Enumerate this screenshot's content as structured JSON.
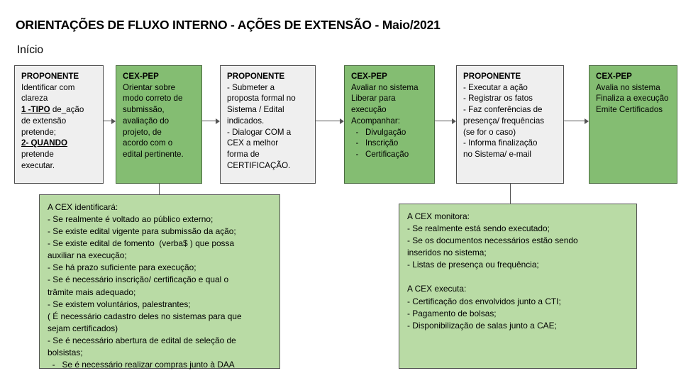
{
  "title": "ORIENTAÇÕES DE FLUXO INTERNO - AÇÕES DE EXTENSÃO - Maio/2021",
  "start_label": "Início",
  "colors": {
    "process_green": "#84bd72",
    "process_gray": "#efefef",
    "note_green": "#b9dba5",
    "border": "#555555",
    "text": "#000000"
  },
  "nodes": [
    {
      "id": "proponente-1",
      "header": "PROPONENTE",
      "lines": [
        "Identificar com",
        "clareza",
        "@u@1 -TIPO@/u@ de_ação",
        "de extensão",
        "pretende;",
        "@u@2- QUANDO@/u@",
        "pretende",
        "executar."
      ],
      "fill": "gray"
    },
    {
      "id": "cexpep-1",
      "header": "CEX-PEP",
      "lines": [
        "Orientar sobre",
        "modo correto de",
        "submissão,",
        "avaliação do",
        "projeto, de",
        "acordo com o",
        "edital pertinente."
      ],
      "fill": "green"
    },
    {
      "id": "proponente-2",
      "header": "PROPONENTE",
      "lines": [
        "- Submeter a",
        "proposta formal no",
        "Sistema / Edital",
        "indicados.",
        "- Dialogar COM a",
        "CEX a melhor",
        "forma de",
        "CERTIFICAÇÃO."
      ],
      "fill": "gray"
    },
    {
      "id": "cexpep-2",
      "header": "CEX-PEP",
      "lines": [
        "Avaliar no sistema",
        "Liberar para",
        "execução",
        "Acompanhar:",
        "  -   Divulgação",
        "  -   Inscrição",
        "  -   Certificação"
      ],
      "fill": "green"
    },
    {
      "id": "proponente-3",
      "header": "PROPONENTE",
      "lines": [
        "- Executar a ação",
        "- Registrar os fatos",
        "- Faz conferências de",
        "presença/ frequências",
        "(se for o caso)",
        "- Informa finalização",
        "no Sistema/ e-mail"
      ],
      "fill": "gray"
    },
    {
      "id": "cexpep-3",
      "header": "CEX-PEP",
      "lines": [
        "Avalia no sistema",
        "Finaliza a execução",
        "Emite Certificados"
      ],
      "fill": "green"
    }
  ],
  "notes": [
    {
      "id": "note-cex-identificara",
      "lines": [
        "A CEX identificará:",
        "- Se realmente é voltado ao público externo;",
        "- Se existe edital vigente para submissão da ação;",
        "- Se existe edital de fomento  (verba$ ) que possa",
        "auxiliar na execução;",
        "- Se há prazo suficiente para execução;",
        "- Se é necessário inscrição/ certificação e qual o",
        "trâmite mais adequado;",
        "- Se existem voluntários, palestrantes;",
        "( É necessário cadastro deles no sistemas para que",
        "sejam certificados)",
        "- Se é necessário abertura de edital de seleção de",
        "bolsistas;",
        "  -   Se é necessário realizar compras junto à DAA"
      ]
    },
    {
      "id": "note-cex-monitora",
      "lines": [
        "A CEX monitora:",
        "- Se realmente está sendo executado;",
        "- Se os documentos necessários estão sendo",
        "inseridos no sistema;",
        "- Listas de presença ou frequência;",
        "",
        "A CEX executa:",
        "- Certificação dos envolvidos junto a CTI;",
        "- Pagamento de bolsas;",
        "- Disponibilização de salas junto a CAE;"
      ]
    }
  ],
  "connectors": [
    {
      "id": "arrow-1-to-2",
      "label": "proponente-1 to cexpep-1"
    },
    {
      "id": "arrow-2-to-3",
      "label": "cexpep-1 to proponente-2"
    },
    {
      "id": "arrow-3-to-4",
      "label": "proponente-2 to cexpep-2"
    },
    {
      "id": "arrow-4-to-5",
      "label": "cexpep-2 to proponente-3"
    },
    {
      "id": "arrow-5-to-6",
      "label": "proponente-3 to cexpep-3"
    },
    {
      "id": "line-cexpep1-to-note1",
      "label": "cexpep-1 down to note-cex-identificara"
    },
    {
      "id": "line-proponente3-to-note2",
      "label": "proponente-3 down to note-cex-monitora"
    }
  ]
}
